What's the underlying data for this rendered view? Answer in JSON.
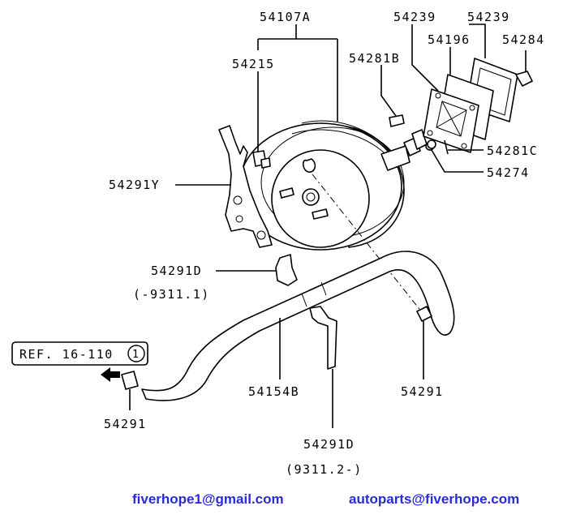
{
  "labels": {
    "booster_assy": "54107A",
    "check_valve_top": "54215",
    "bracket_left": "54291Y",
    "clip_d1": "54291D",
    "clip_d1_range": "(-9311.1)",
    "hose": "54154B",
    "clip_d2": "54291D",
    "clip_d2_range": "(9311.2-)",
    "clamp_right": "54291",
    "clamp_left": "54291",
    "pin_bolt": "54281B",
    "gasket_a": "54239",
    "gasket_b": "54239",
    "spacer": "54196",
    "nut": "54284",
    "pin_c": "54281C",
    "washer": "54274"
  },
  "reference": {
    "text": "REF. 16-110",
    "circle_number": "1"
  },
  "footer": {
    "email_left": "fiverhope1@gmail.com",
    "email_right": "autoparts@fiverhope.com"
  },
  "colors": {
    "line": "#000000",
    "footer_text": "#2b2bd6"
  }
}
